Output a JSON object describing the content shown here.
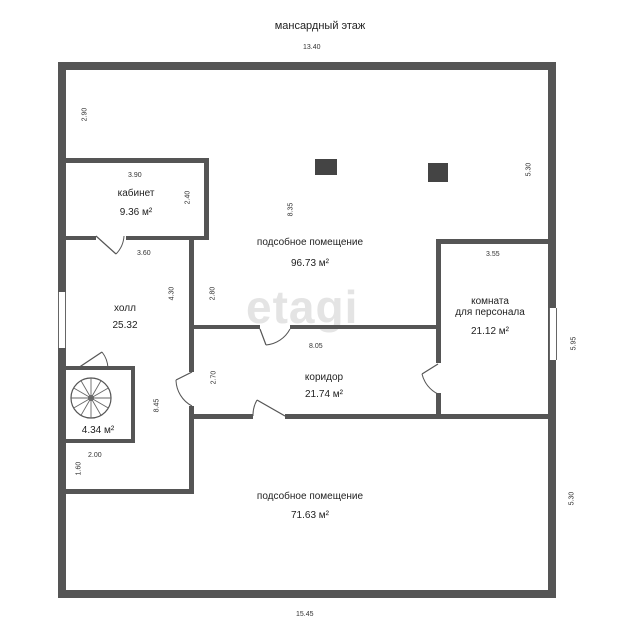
{
  "title": "мансардный этаж",
  "watermark": "etagi",
  "dimensions": {
    "top": "13.40",
    "bottom": "15.45",
    "left_upper": "2.90",
    "right_upper": "5.30",
    "right_middle": "5.95",
    "right_lower": "5.30",
    "kabinet_w": "3.90",
    "kabinet_h": "2.40",
    "holl_top": "3.60",
    "holl_h": "4.30",
    "central_h": "8.35",
    "corr_h1": "2.80",
    "corr_h2": "2.70",
    "corr_w": "8.05",
    "staff_w": "3.55",
    "lower_h": "8.45",
    "stair_w": "2.00",
    "stair_h": "1.60"
  },
  "rooms": {
    "kabinet": {
      "name": "кабинет",
      "area": "9.36 м²"
    },
    "utility_top": {
      "name": "подсобное помещение",
      "area": "96.73 м²"
    },
    "holl": {
      "name": "холл",
      "area": "25.32"
    },
    "staff": {
      "name_line1": "комната",
      "name_line2": "для персонала",
      "area": "21.12 м²"
    },
    "corridor": {
      "name": "коридор",
      "area": "21.74 м²"
    },
    "stair": {
      "area": "4.34 м²"
    },
    "utility_bottom": {
      "name": "подсобное помещение",
      "area": "71.63 м²"
    }
  }
}
